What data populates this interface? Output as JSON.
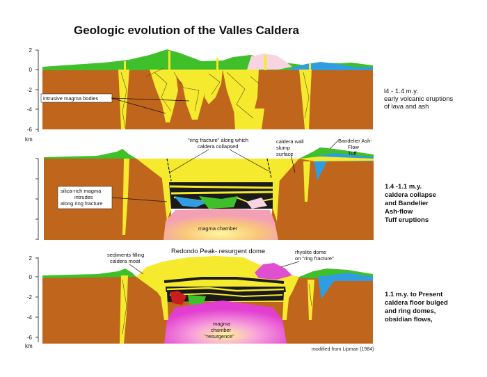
{
  "title": "Geologic evolution of the Valles Caldera",
  "credit": "modified from Lipman (1984)",
  "colors": {
    "crust": "#c0651c",
    "magma": "#f5ea2e",
    "green_volcanics": "#3fbf2a",
    "dark_green": "#1f8a1a",
    "blue_flow": "#2f9de0",
    "pink_dome": "#f8d3e0",
    "rhyolite_dome": "#e04fd0",
    "chamber_outer": "#f6b9c6",
    "chamber_core": "#ffee66"
  },
  "panels": [
    {
      "axis": {
        "ticks": [
          "2",
          "0",
          "-2",
          "-4",
          "-6"
        ],
        "unit": "km"
      },
      "stage": [
        "l4  - 1.4 m.y.",
        "early volcanic eruptions",
        "of lava and ash"
      ],
      "labels": {
        "intrusive": "intrusive magma bodies"
      }
    },
    {
      "axis": {
        "ticks": [],
        "unit": "km"
      },
      "stage": [
        "1.4 -1.1 m.y.",
        "caldera collapse",
        "and Bandelier",
        "Ash-flow",
        "Tuff eruptions"
      ],
      "labels": {
        "ring_fracture": [
          "\"ring fracture\" along which",
          "caldera collapsed"
        ],
        "caldera_wall": [
          "caldera wall",
          "slump",
          "surface"
        ],
        "bandelier": [
          "Bandelier Ash-",
          "Flow",
          "Tuff"
        ],
        "silica": [
          "silica-rich magma",
          "intrudes",
          "along ring fracture"
        ],
        "chamber": "magma chamber"
      }
    },
    {
      "axis": {
        "ticks": [
          "2",
          "0",
          "-2",
          "-4",
          "-6"
        ],
        "unit": "km"
      },
      "stage": [
        "1.1 m.y. to Present",
        "caldera floor bulged",
        "and ring domes,",
        "obsidian flows,"
      ],
      "labels": {
        "sediments": [
          "sediments filling",
          "caldera moat"
        ],
        "redondo": "Redondo Peak- resurgent dome",
        "rhyolite": [
          "rhyolite dome",
          "on \"ring fracture\""
        ],
        "chamber": [
          "magma",
          "chamber",
          "\"resurgence\""
        ]
      }
    }
  ]
}
